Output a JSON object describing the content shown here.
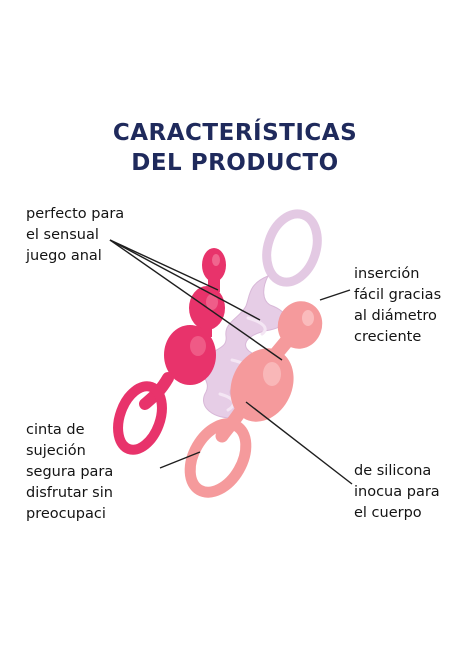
{
  "title": {
    "line1": "CARACTERÍSTICAS",
    "line2": "DEL PRODUCTO"
  },
  "callouts": {
    "top_left": [
      "perfecto para",
      "el sensual",
      "juego anal"
    ],
    "top_right": [
      "inserción",
      "fácil gracias",
      "al diámetro",
      "creciente"
    ],
    "bottom_left": [
      "cinta de",
      "sujeción",
      "segura para",
      "disfrutar sin",
      "preocupaci"
    ],
    "bottom_right": [
      "de silicona",
      "inocua para",
      "el cuerpo"
    ]
  },
  "colors": {
    "title": "#1f2a5c",
    "text": "#141414",
    "plug_pink": "#e8336b",
    "plug_lilac": "#e6cde6",
    "plug_coral": "#f59a9c"
  }
}
